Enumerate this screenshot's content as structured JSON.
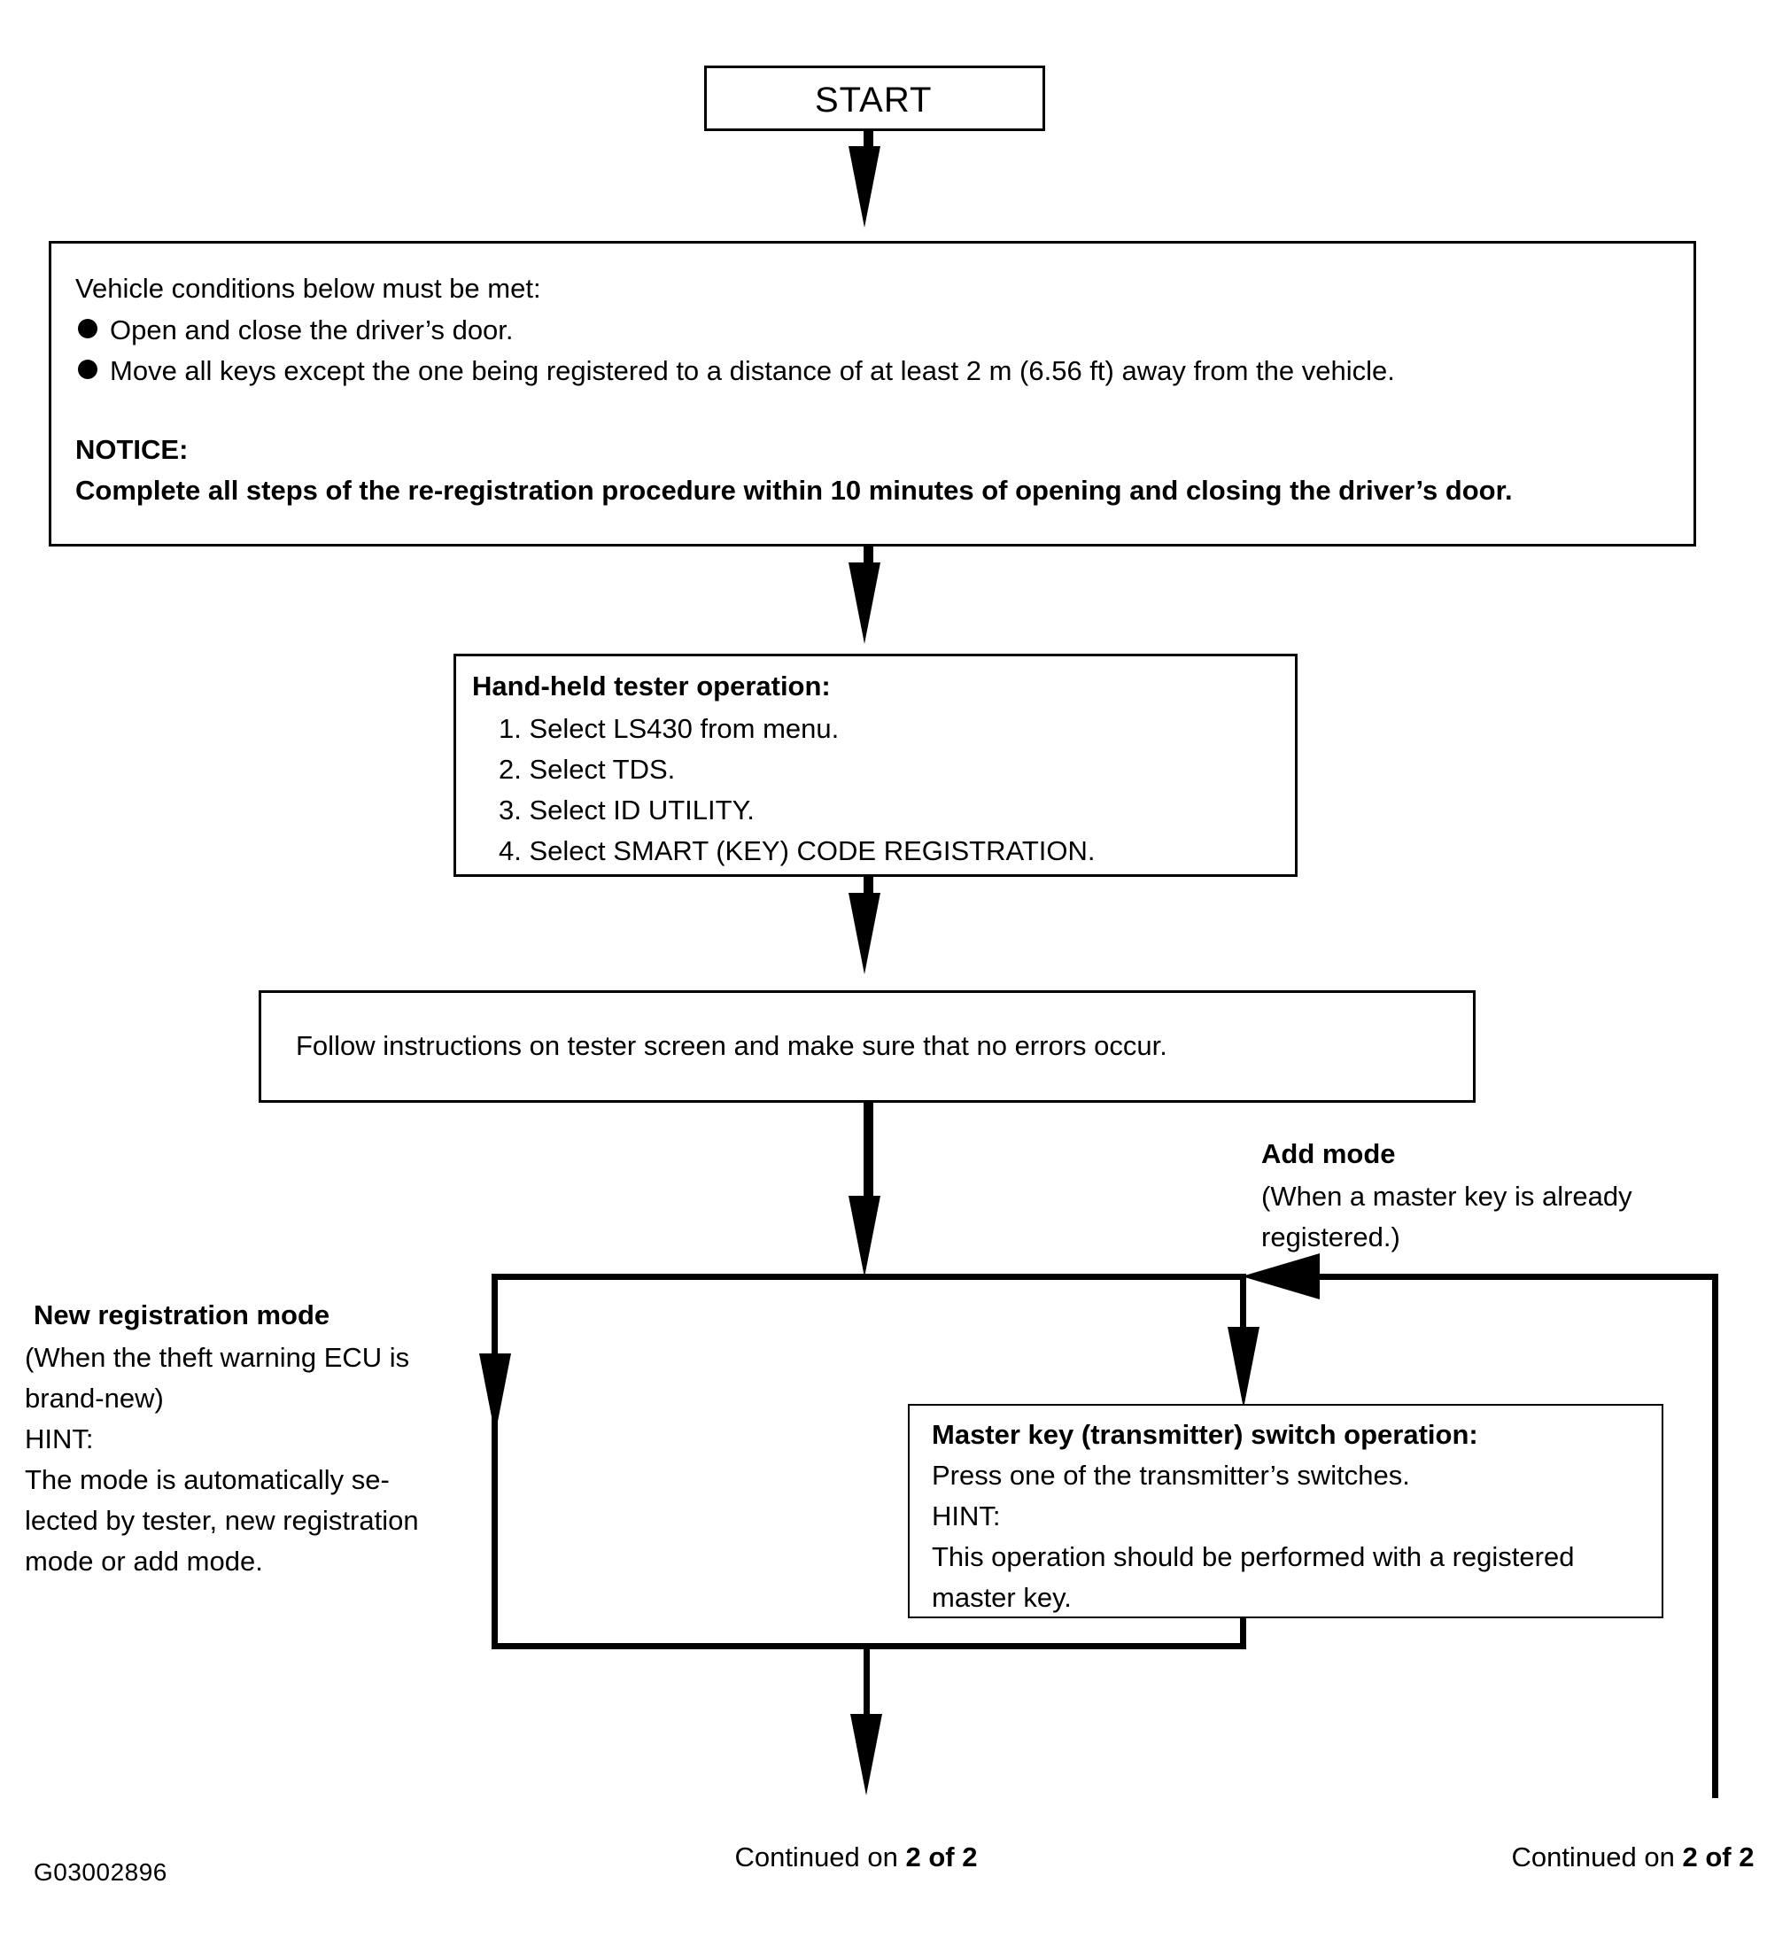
{
  "figure": {
    "id": "G03002896",
    "type": "flowchart",
    "title": "Smart key code re-registration procedure (1 of 2)"
  },
  "nodes": {
    "start": {
      "label": "START"
    },
    "conditions": {
      "heading": "Vehicle conditions below must be met:",
      "bullets": [
        "Open and close the driver’s door.",
        "Move all keys except the one being registered to a distance of at least 2 m (6.56 ft) away from the vehicle."
      ],
      "notice_label": "NOTICE:",
      "notice_text": "Complete all steps of the re-registration procedure within 10 minutes of opening and closing the driver’s door."
    },
    "tester": {
      "heading": "Hand-held tester operation:",
      "steps": [
        "1. Select LS430 from menu.",
        "2. Select TDS.",
        "3. Select ID UTILITY.",
        "4. Select SMART (KEY) CODE REGISTRATION."
      ]
    },
    "follow": {
      "text": "Follow instructions on tester screen and make sure that no errors occur."
    },
    "master_key": {
      "heading": "Master key (transmitter) switch operation:",
      "line1": "Press one of the transmitter’s switches.",
      "hint_label": "HINT:",
      "hint_line1": "This operation should be performed with a registered",
      "hint_line2": "master key."
    }
  },
  "annotations": {
    "new_registration_mode": {
      "title": "New registration mode",
      "line1": "(When the theft warning ECU is",
      "line2": "brand-new)",
      "hint_label": "HINT:",
      "line3": "The mode is automatically se-",
      "line4": "lected by tester, new registration",
      "line5": "mode or add mode."
    },
    "add_mode": {
      "title": "Add mode",
      "line1": "(When a master key is already",
      "line2": "registered.)"
    }
  },
  "footers": {
    "left": {
      "prefix": "Continued on ",
      "bold": "2 of 2"
    },
    "right": {
      "prefix": "Continued on ",
      "bold": "2 of 2"
    }
  },
  "colors": {
    "ink": "#000000",
    "paper": "#ffffff"
  }
}
